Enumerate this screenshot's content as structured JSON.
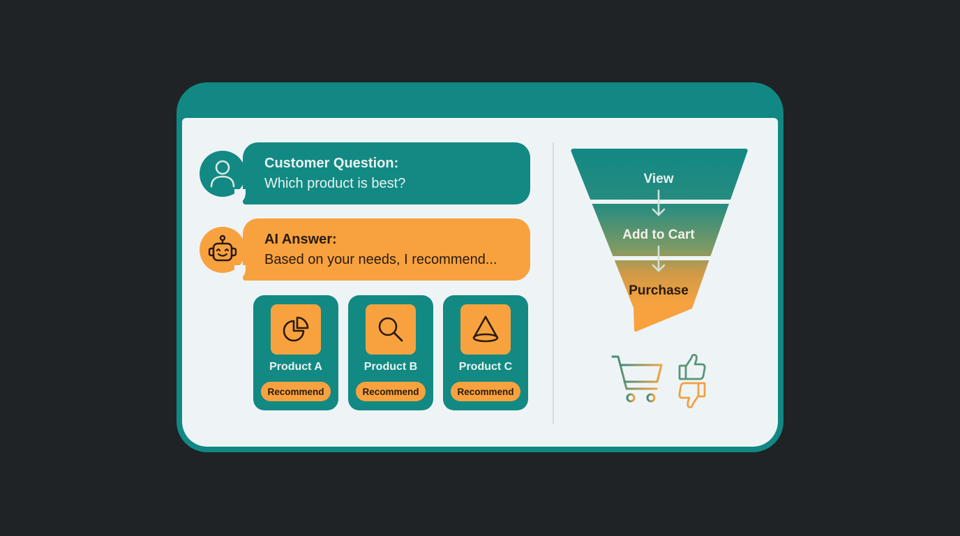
{
  "chat": {
    "customer": {
      "title": "Customer Question:",
      "text": "Which product is best?",
      "avatar_icon": "user-icon"
    },
    "ai": {
      "title": "AI Answer:",
      "text": "Based on your needs, I recommend...",
      "avatar_icon": "robot-icon"
    }
  },
  "products": [
    {
      "name": "Product A",
      "icon": "pie-chart-icon",
      "button": "Recommend"
    },
    {
      "name": "Product B",
      "icon": "search-icon",
      "button": "Recommend"
    },
    {
      "name": "Product C",
      "icon": "cone-icon",
      "button": "Recommend"
    }
  ],
  "funnel": {
    "stages": [
      "View",
      "Add to Cart",
      "Purchase"
    ]
  },
  "feedback": {
    "icons": [
      "shopping-cart-icon",
      "thumbs-up-icon",
      "thumbs-down-icon"
    ]
  },
  "colors": {
    "background": "#1f2326",
    "teal": "#118883",
    "orange": "#f8a23f",
    "panel": "#eef4f6"
  }
}
